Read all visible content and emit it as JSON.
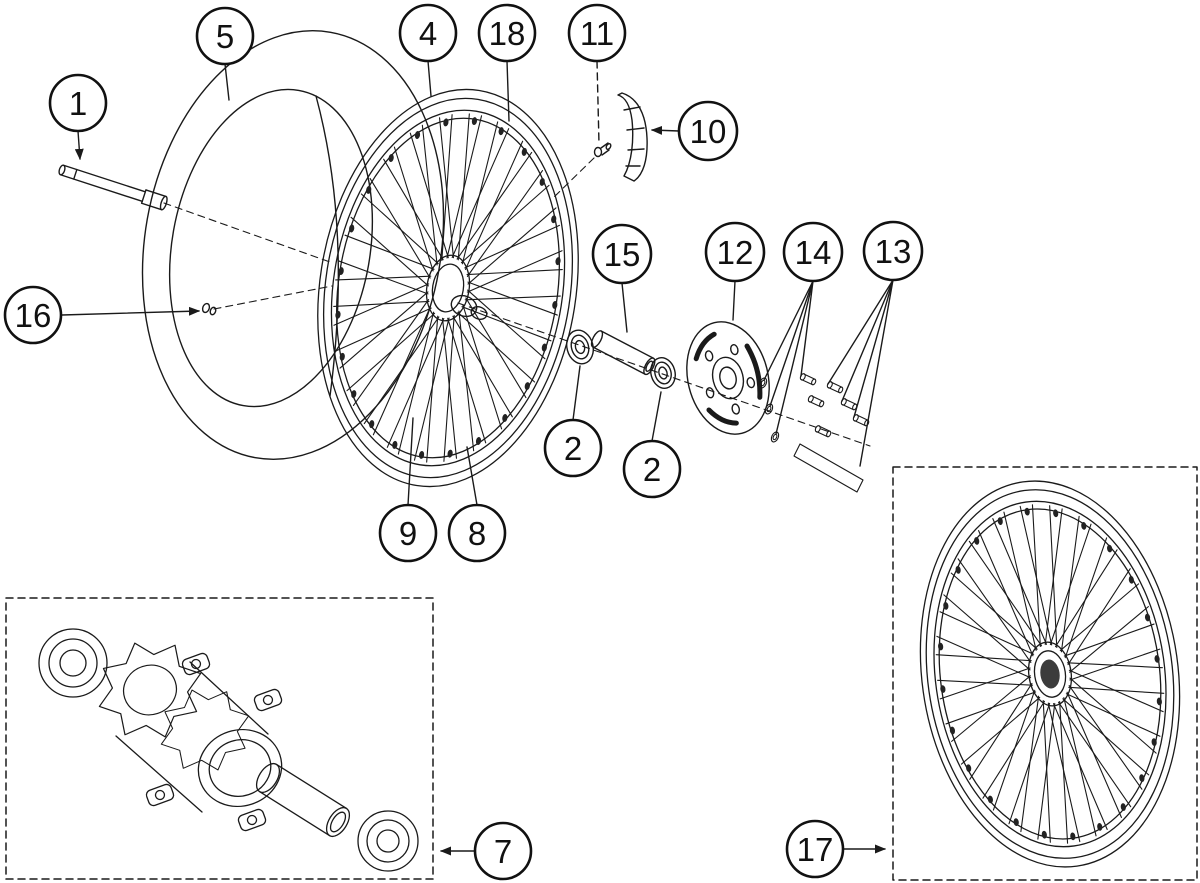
{
  "colors": {
    "line": "#1a1a1a",
    "background": "#ffffff",
    "callout_fill": "#ffffff",
    "text": "#111111"
  },
  "callouts": {
    "c1": "1",
    "c2a": "2",
    "c2b": "2",
    "c4": "4",
    "c5": "5",
    "c7": "7",
    "c8": "8",
    "c9": "9",
    "c10": "10",
    "c11": "11",
    "c12": "12",
    "c13": "13",
    "c14": "14",
    "c15": "15",
    "c16": "16",
    "c17": "17",
    "c18": "18"
  }
}
